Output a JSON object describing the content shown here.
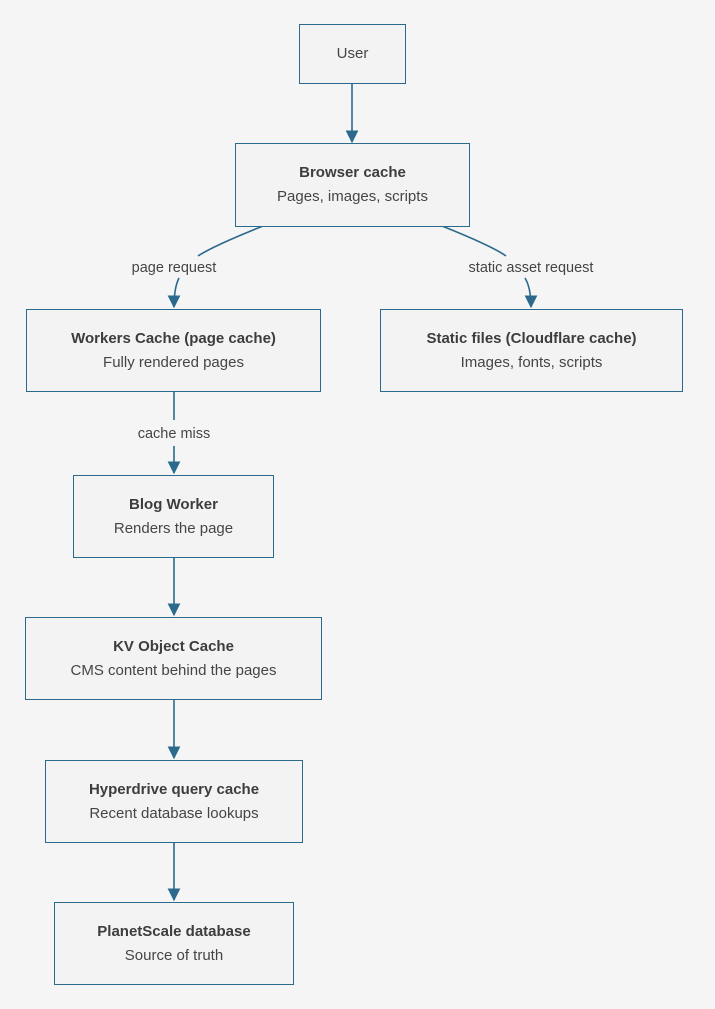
{
  "nodes": {
    "user": {
      "label": "User"
    },
    "browser_cache": {
      "title": "Browser cache",
      "subtitle": "Pages, images, scripts"
    },
    "workers_cache": {
      "title": "Workers Cache (page cache)",
      "subtitle": "Fully rendered pages"
    },
    "static_files": {
      "title": "Static files (Cloudflare cache)",
      "subtitle": "Images, fonts, scripts"
    },
    "blog_worker": {
      "title": "Blog Worker",
      "subtitle": "Renders the page"
    },
    "kv_cache": {
      "title": "KV Object Cache",
      "subtitle": "CMS content behind the pages"
    },
    "hyperdrive": {
      "title": "Hyperdrive query cache",
      "subtitle": "Recent database lookups"
    },
    "planetscale": {
      "title": "PlanetScale database",
      "subtitle": "Source of truth"
    }
  },
  "edges": {
    "page_request": "page request",
    "static_asset_request": "static asset request",
    "cache_miss": "cache miss"
  },
  "colors": {
    "stroke": "#2b6a8c",
    "node_fill": "#f3f3f3",
    "background": "#f5f5f5"
  }
}
